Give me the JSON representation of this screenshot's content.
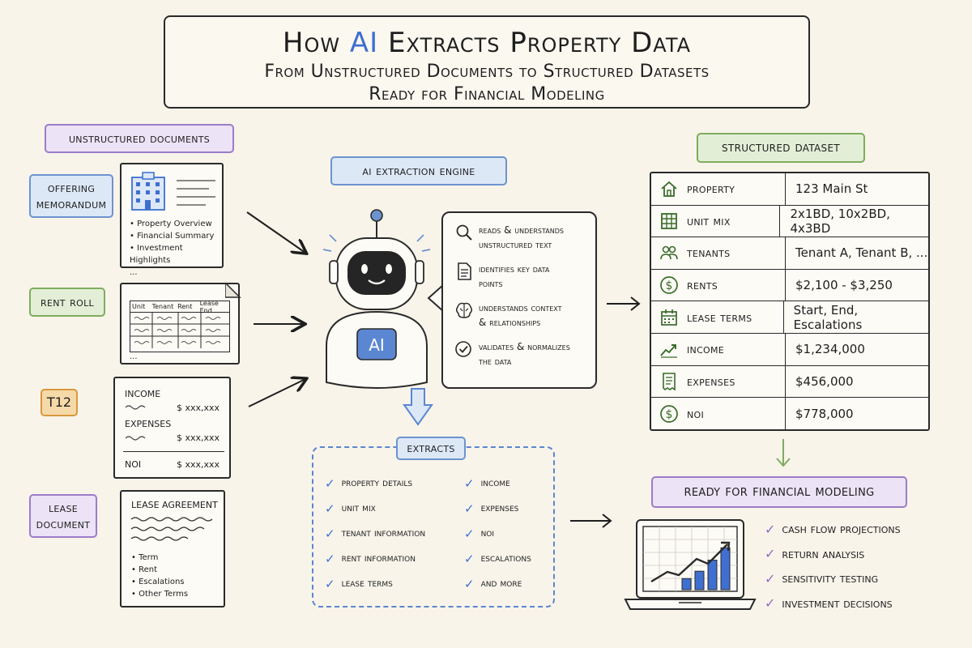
{
  "title": {
    "prefix": "How",
    "highlight": "AI",
    "suffix": "Extracts Property Data",
    "sub1": "From Unstructured Documents to Structured Datasets",
    "sub2": "Ready for Financial Modeling"
  },
  "colors": {
    "accent_blue": "#3f6fd0",
    "purple": "#9b7cc8",
    "green": "#7fac5e",
    "orange": "#d9973d"
  },
  "unstructured": {
    "header": "Unstructured Documents",
    "offering": {
      "tag_line1": "Offering",
      "tag_line2": "Memorandum",
      "bullets": [
        "• Property Overview",
        "• Financial Summary",
        "• Investment Highlights"
      ],
      "more": "..."
    },
    "rent_roll": {
      "tag": "Rent Roll",
      "columns": [
        "Unit",
        "Tenant",
        "Rent",
        "Lease End"
      ],
      "more": "..."
    },
    "t12": {
      "tag": "T12",
      "income_label": "INCOME",
      "expenses_label": "EXPENSES",
      "noi_label": "NOI",
      "amount": "$ xxx,xxx"
    },
    "lease": {
      "tag_line1": "Lease",
      "tag_line2": "Document",
      "title": "LEASE AGREEMENT",
      "bullets": [
        "• Term",
        "• Rent",
        "• Escalations",
        "• Other Terms"
      ]
    }
  },
  "engine": {
    "header": "AI Extraction Engine",
    "badge": "AI",
    "items": [
      {
        "icon": "magnifier-icon",
        "line1": "Reads & understands",
        "line2": "unstructured text"
      },
      {
        "icon": "document-icon",
        "line1": "Identifies key data",
        "line2": "points"
      },
      {
        "icon": "brain-icon",
        "line1": "Understands context",
        "line2": "& relationships"
      },
      {
        "icon": "check-circle-icon",
        "line1": "Validates & normalizes",
        "line2": "the data"
      }
    ]
  },
  "extracts": {
    "header": "Extracts",
    "left": [
      "Property Details",
      "Unit Mix",
      "Tenant Information",
      "Rent Information",
      "Lease Terms"
    ],
    "right": [
      "Income",
      "Expenses",
      "NOI",
      "Escalations",
      "And More"
    ]
  },
  "structured": {
    "header": "Structured Dataset",
    "rows": [
      {
        "icon": "house-icon",
        "label": "Property",
        "value": "123 Main St"
      },
      {
        "icon": "grid-icon",
        "label": "Unit Mix",
        "value": "2x1BD, 10x2BD, 4x3BD"
      },
      {
        "icon": "people-icon",
        "label": "Tenants",
        "value": "Tenant A, Tenant B, ..."
      },
      {
        "icon": "dollar-icon",
        "label": "Rents",
        "value": "$2,100 - $3,250"
      },
      {
        "icon": "calendar-icon",
        "label": "Lease Terms",
        "value": "Start, End, Escalations"
      },
      {
        "icon": "trend-icon",
        "label": "Income",
        "value": "$1,234,000"
      },
      {
        "icon": "receipt-icon",
        "label": "Expenses",
        "value": "$456,000"
      },
      {
        "icon": "dollar-icon",
        "label": "NOI",
        "value": "$778,000"
      }
    ]
  },
  "financial": {
    "header": "Ready for Financial Modeling",
    "items": [
      "Cash Flow Projections",
      "Return Analysis",
      "Sensitivity Testing",
      "Investment Decisions"
    ],
    "laptop_bars": [
      0.18,
      0.3,
      0.48,
      0.68
    ]
  }
}
